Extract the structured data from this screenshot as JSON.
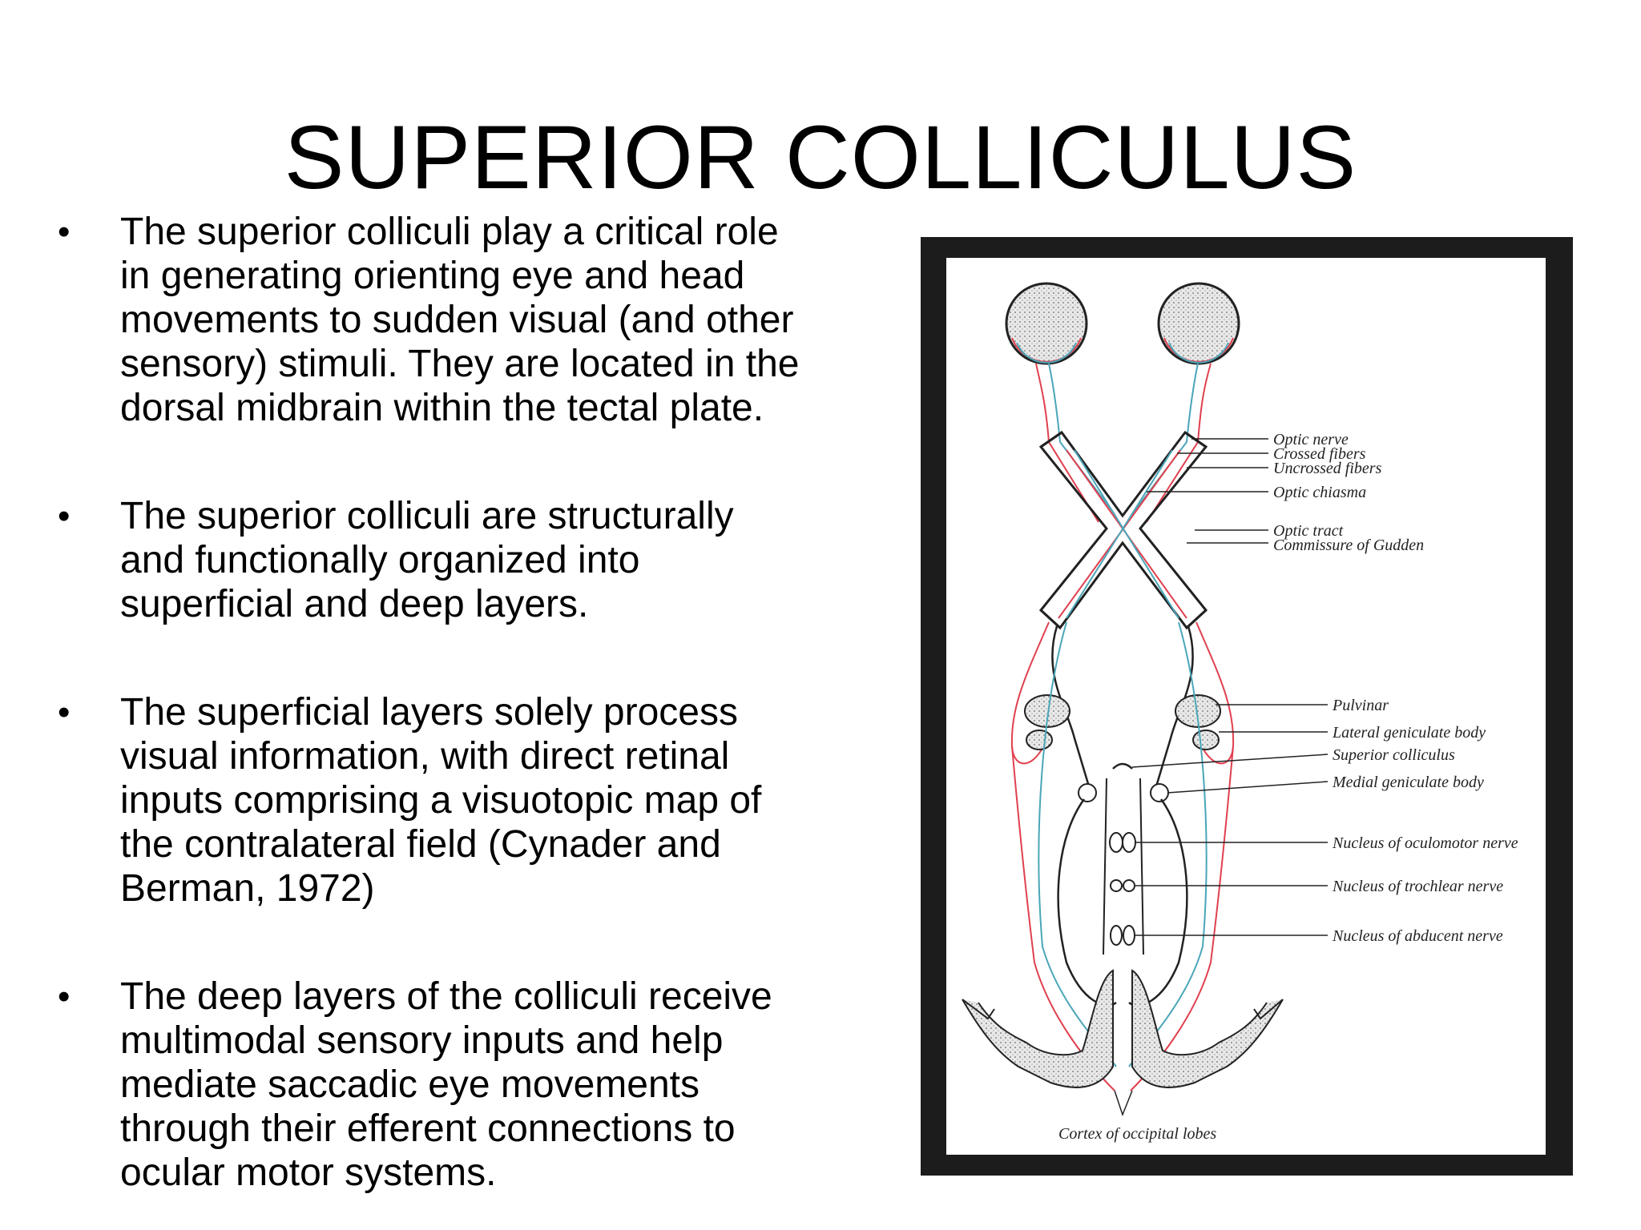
{
  "slide": {
    "title": "SUPERIOR COLLICULUS",
    "bullets": [
      {
        "marker": "•",
        "lines": [
          "The superior colliculi play a critical role",
          "in generating orienting eye and head",
          "movements to sudden visual (and other",
          "sensory) stimuli. They are located in the",
          "dorsal midbrain within the tectal plate."
        ]
      },
      {
        "marker": "•",
        "lines": [
          "The superior colliculi are structurally",
          "and functionally organized into",
          "superficial and deep layers."
        ]
      },
      {
        "marker": "•",
        "lines": [
          "The superficial layers solely process",
          "visual information, with direct retinal",
          "inputs comprising a visuotopic map of",
          "the contralateral field (Cynader and",
          "Berman, 1972)"
        ]
      },
      {
        "marker": "•",
        "lines": [
          "The deep layers of the colliculi receive",
          "multimodal sensory inputs and help",
          "mediate saccadic eye movements",
          "through their efferent connections to",
          "ocular motor systems."
        ]
      }
    ]
  },
  "figure": {
    "labels": {
      "optic_nerve": "Optic nerve",
      "crossed_fibers": "Crossed fibers",
      "uncrossed_fibers": "Uncrossed fibers",
      "optic_chiasma": "Optic chiasma",
      "optic_tract": "Optic tract",
      "commissure_of_gudden": "Commissure of Gudden",
      "pulvinar": "Pulvinar",
      "lateral_geniculate_body": "Lateral geniculate body",
      "superior_colliculus": "Superior colliculus",
      "medial_geniculate_body": "Medial geniculate body",
      "nucleus_oculomotor": "Nucleus of oculomotor nerve",
      "nucleus_trochlear": "Nucleus of trochlear nerve",
      "nucleus_abducent": "Nucleus of abducent nerve",
      "cortex_occipital": "Cortex of occipital lobes"
    },
    "colors": {
      "crossed": "#e0404f",
      "uncrossed": "#4aa6b8",
      "ink": "#222222",
      "frame": "#1c1c1c"
    }
  }
}
